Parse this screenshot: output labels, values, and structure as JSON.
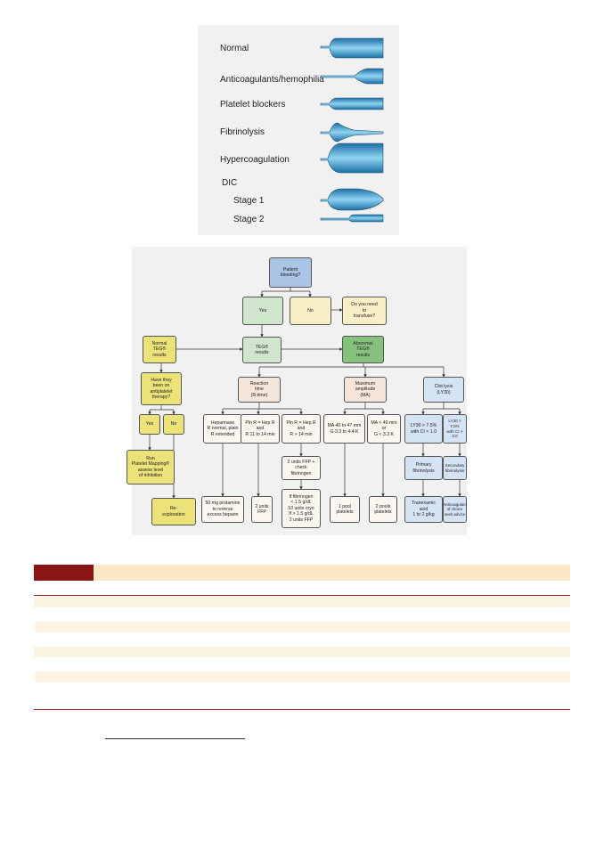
{
  "teg_patterns": {
    "rows": [
      {
        "label": "Normal",
        "shape": "normal"
      },
      {
        "label": "Anticoagulants/hemophilia",
        "shape": "anticoagulant"
      },
      {
        "label": "Platelet blockers",
        "shape": "platelet-blocker"
      },
      {
        "label": "Fibrinolysis",
        "shape": "fibrinolysis"
      },
      {
        "label": "Hypercoagulation",
        "shape": "hypercoagulation"
      }
    ],
    "dic": {
      "heading": "DIC",
      "stages": [
        {
          "label": "Stage 1",
          "shape": "dic-stage-1"
        },
        {
          "label": "Stage 2",
          "shape": "dic-stage-2"
        }
      ]
    },
    "fill_color": "#3a9ccc"
  },
  "flowchart": {
    "nodes": {
      "patient_bleeding": "Patient\nbleeding?",
      "yes": "Yes",
      "no": "No",
      "transfuse": "Do you need\nto\ntransfuse?",
      "normal_teg": "Normal\nTEG®\nresults",
      "teg_results": "TEG®\nresults",
      "abnormal_teg": "Abnormal\nTEG®\nresults",
      "antiplatelet": "Have they\nbeen on\nantiplatelet\ntherapy?",
      "reaction_time": "Reaction\ntime\n(R-time)",
      "max_amplitude": "Maximum\namplitude\n(MA)",
      "clot_lysis": "Clot lysis\n(LY30)",
      "yes2": "Yes",
      "no2": "No",
      "heparinase": "Heparinase\nR normal, plain\nR extended",
      "pln_11_14": "Pln R = Hep R\nand\nR 11 to 14 min",
      "pln_14": "Pln R = Hep R\nand\nR > 14 min",
      "ma_40_47": "MA 40 to 47 mm\nG 3.3 to 4.4 K",
      "ma_lt_40": "MA < 40 mm\nor\nG < 3.3 K",
      "ly30_ci_lt": "LY30 > 7.5%\nwith CI < 1.0",
      "ly30_ci_gt": "LY30 > 7.5%\nwith CI > 3.0",
      "platelet_mapping": "Run\nPlatelet Mapping®\nassess level\nof inhibition",
      "ffp_fibrinogen": "2 units FFP +\ncheck\nfibrinogen",
      "primary_fib": "Primary\nfibrinolysis",
      "secondary_fib": "Secondary\nfibrinolysis",
      "reexploration": "Re-\nexploration",
      "protamine": "50 mg protamine\nto reverse\nexcess heparin",
      "units_ffp": "2 units\nFFP",
      "cryo": "If fibrinogen\n< 1.5 g/dL\n10 units cryo\nIf > 1.5 g/dL\n2 units FFP",
      "pool1": "1 pool\nplatelets",
      "pool2": "2 pools\nplatelets",
      "tranexamic": "Tranexamic\nacid\n1 to 2 g/kg",
      "anticoag_advice": "Anticoagulant\nof choice\nseek advice"
    },
    "colors": {
      "blue": "#a9c4e4",
      "green": "#cfe5cc",
      "dark_green": "#86c27d",
      "cream": "#f9efc7",
      "yellow": "#ece27a",
      "peach": "#f6e6da",
      "light_blue": "#d4e4f5"
    }
  },
  "table": {
    "tag_color": "#8a1515",
    "header_color": "#fbe7c4"
  }
}
